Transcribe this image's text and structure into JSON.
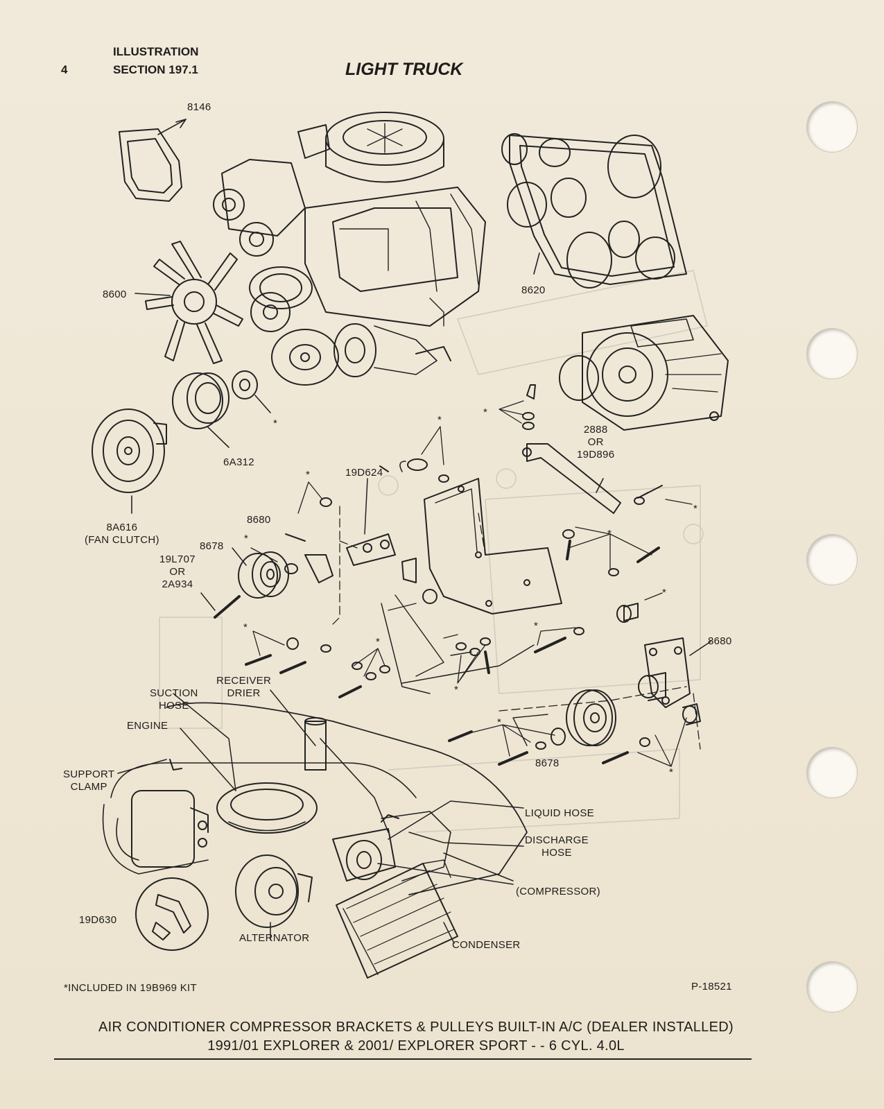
{
  "header": {
    "page_number": "4",
    "section_line1": "ILLUSTRATION",
    "section_line2": "SECTION 197.1",
    "title": "LIGHT TRUCK"
  },
  "labels": {
    "p8146": "8146",
    "p8600": "8600",
    "p8620": "8620",
    "p6a312": "6A312",
    "p8a616": "8A616\n(FAN CLUTCH)",
    "p19d624": "19D624",
    "p2888": "2888\nOR\n19D896",
    "p8680a": "8680",
    "p8678a": "8678",
    "p19l707": "19L707\nOR\n2A934",
    "p8680b": "8680",
    "p8678b": "8678",
    "receiver": "RECEIVER\nDRIER",
    "suction": "SUCTION\nHOSE",
    "engine": "ENGINE",
    "support": "SUPPORT\nCLAMP",
    "liquid": "LIQUID HOSE",
    "discharge": "DISCHARGE\nHOSE",
    "compressor": "(COMPRESSOR)",
    "p19d630": "19D630",
    "alternator": "ALTERNATOR",
    "condenser": "CONDENSER",
    "kit_note": "*INCLUDED IN 19B969 KIT",
    "fig_no": "P-18521",
    "asterisk": "*"
  },
  "caption": {
    "line1": "AIR CONDITIONER COMPRESSOR BRACKETS & PULLEYS BUILT-IN A/C (DEALER INSTALLED)",
    "line2": "1991/01 EXPLORER & 2001/ EXPLORER SPORT - - 6 CYL. 4.0L"
  }
}
